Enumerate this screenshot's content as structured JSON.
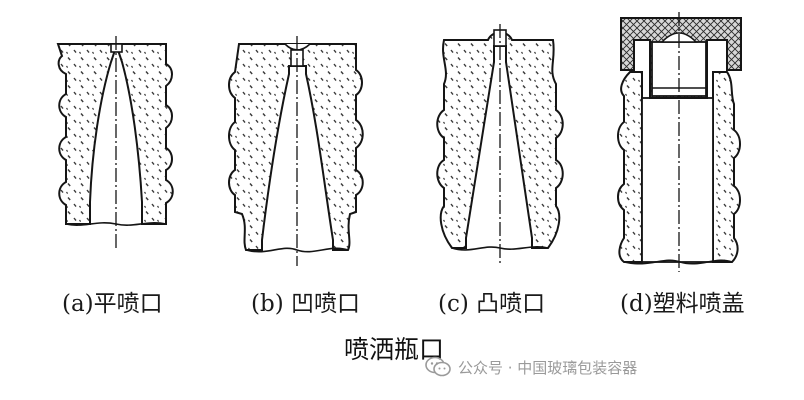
{
  "diagram": {
    "title": "喷洒瓶口",
    "captions": [
      "(a)平喷口",
      "(b) 凹喷口",
      "(c) 凸喷口",
      "(d)塑料喷盖"
    ]
  },
  "watermark": {
    "label": "公众号 · 中国玻璃包装容器"
  },
  "colors": {
    "line": "#151515",
    "hatch": "#444444",
    "cap_fill": "#d7d7d7",
    "watermark": "#9a9a9a"
  }
}
